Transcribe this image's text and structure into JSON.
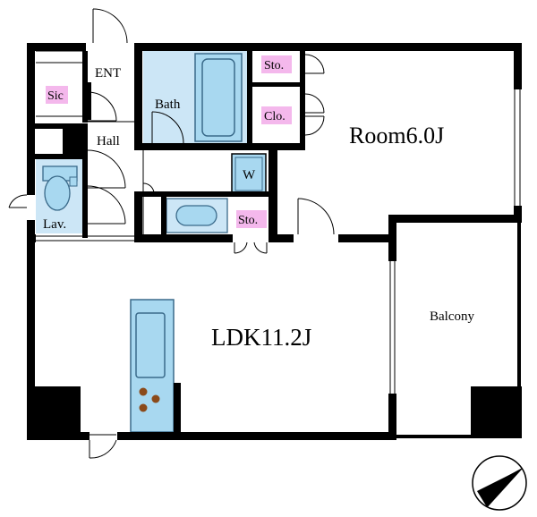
{
  "rooms": {
    "entrance": "ENT",
    "sic": "Sic",
    "hall": "Hall",
    "bath": "Bath",
    "storage_top": "Sto.",
    "closet": "Clo.",
    "room": "Room6.0J",
    "washer": "W",
    "storage_mid": "Sto.",
    "lavatory": "Lav.",
    "ldk": "LDK11.2J",
    "balcony": "Balcony"
  },
  "colors": {
    "wall": "#000000",
    "wet_area": "#cce6f6",
    "fixture": "#a8d8f0",
    "fixture_stroke": "#3a6a8a",
    "storage_tag": "#f4b8ec",
    "burner": "#8b4a1a",
    "door_line": "#555555"
  },
  "icons": [
    "compass-icon",
    "toilet-icon",
    "bathtub-icon",
    "sink-icon",
    "stove-icon",
    "washer-icon"
  ]
}
